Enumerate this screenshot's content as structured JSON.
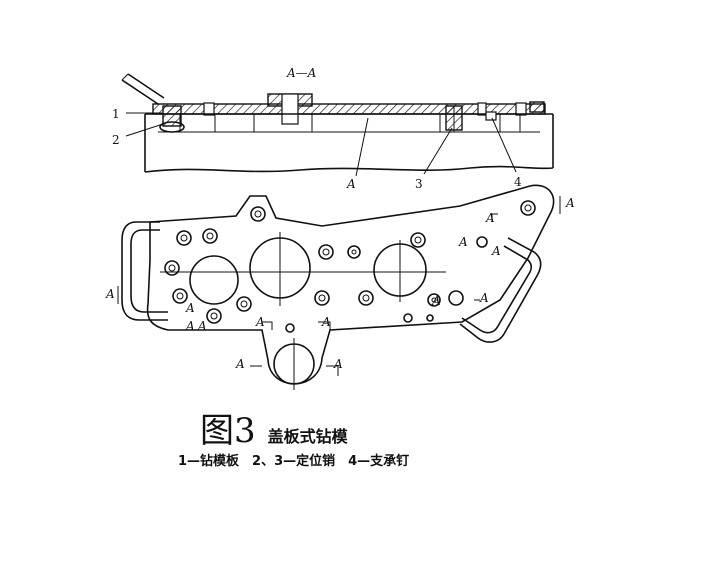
{
  "section_view": {
    "title": "A—A",
    "labels": [
      "1",
      "2",
      "A",
      "3",
      "4"
    ]
  },
  "plan_view": {
    "section_marks": [
      "A",
      "A",
      "A",
      "A",
      "A",
      "A",
      "A",
      "A",
      "A",
      "A",
      "A",
      "A",
      "A",
      "A"
    ]
  },
  "caption": {
    "figure_number": "图3",
    "figure_title": "盖板式钻模",
    "legend": "1—钻模板　2、3—定位销　4—支承钉"
  }
}
